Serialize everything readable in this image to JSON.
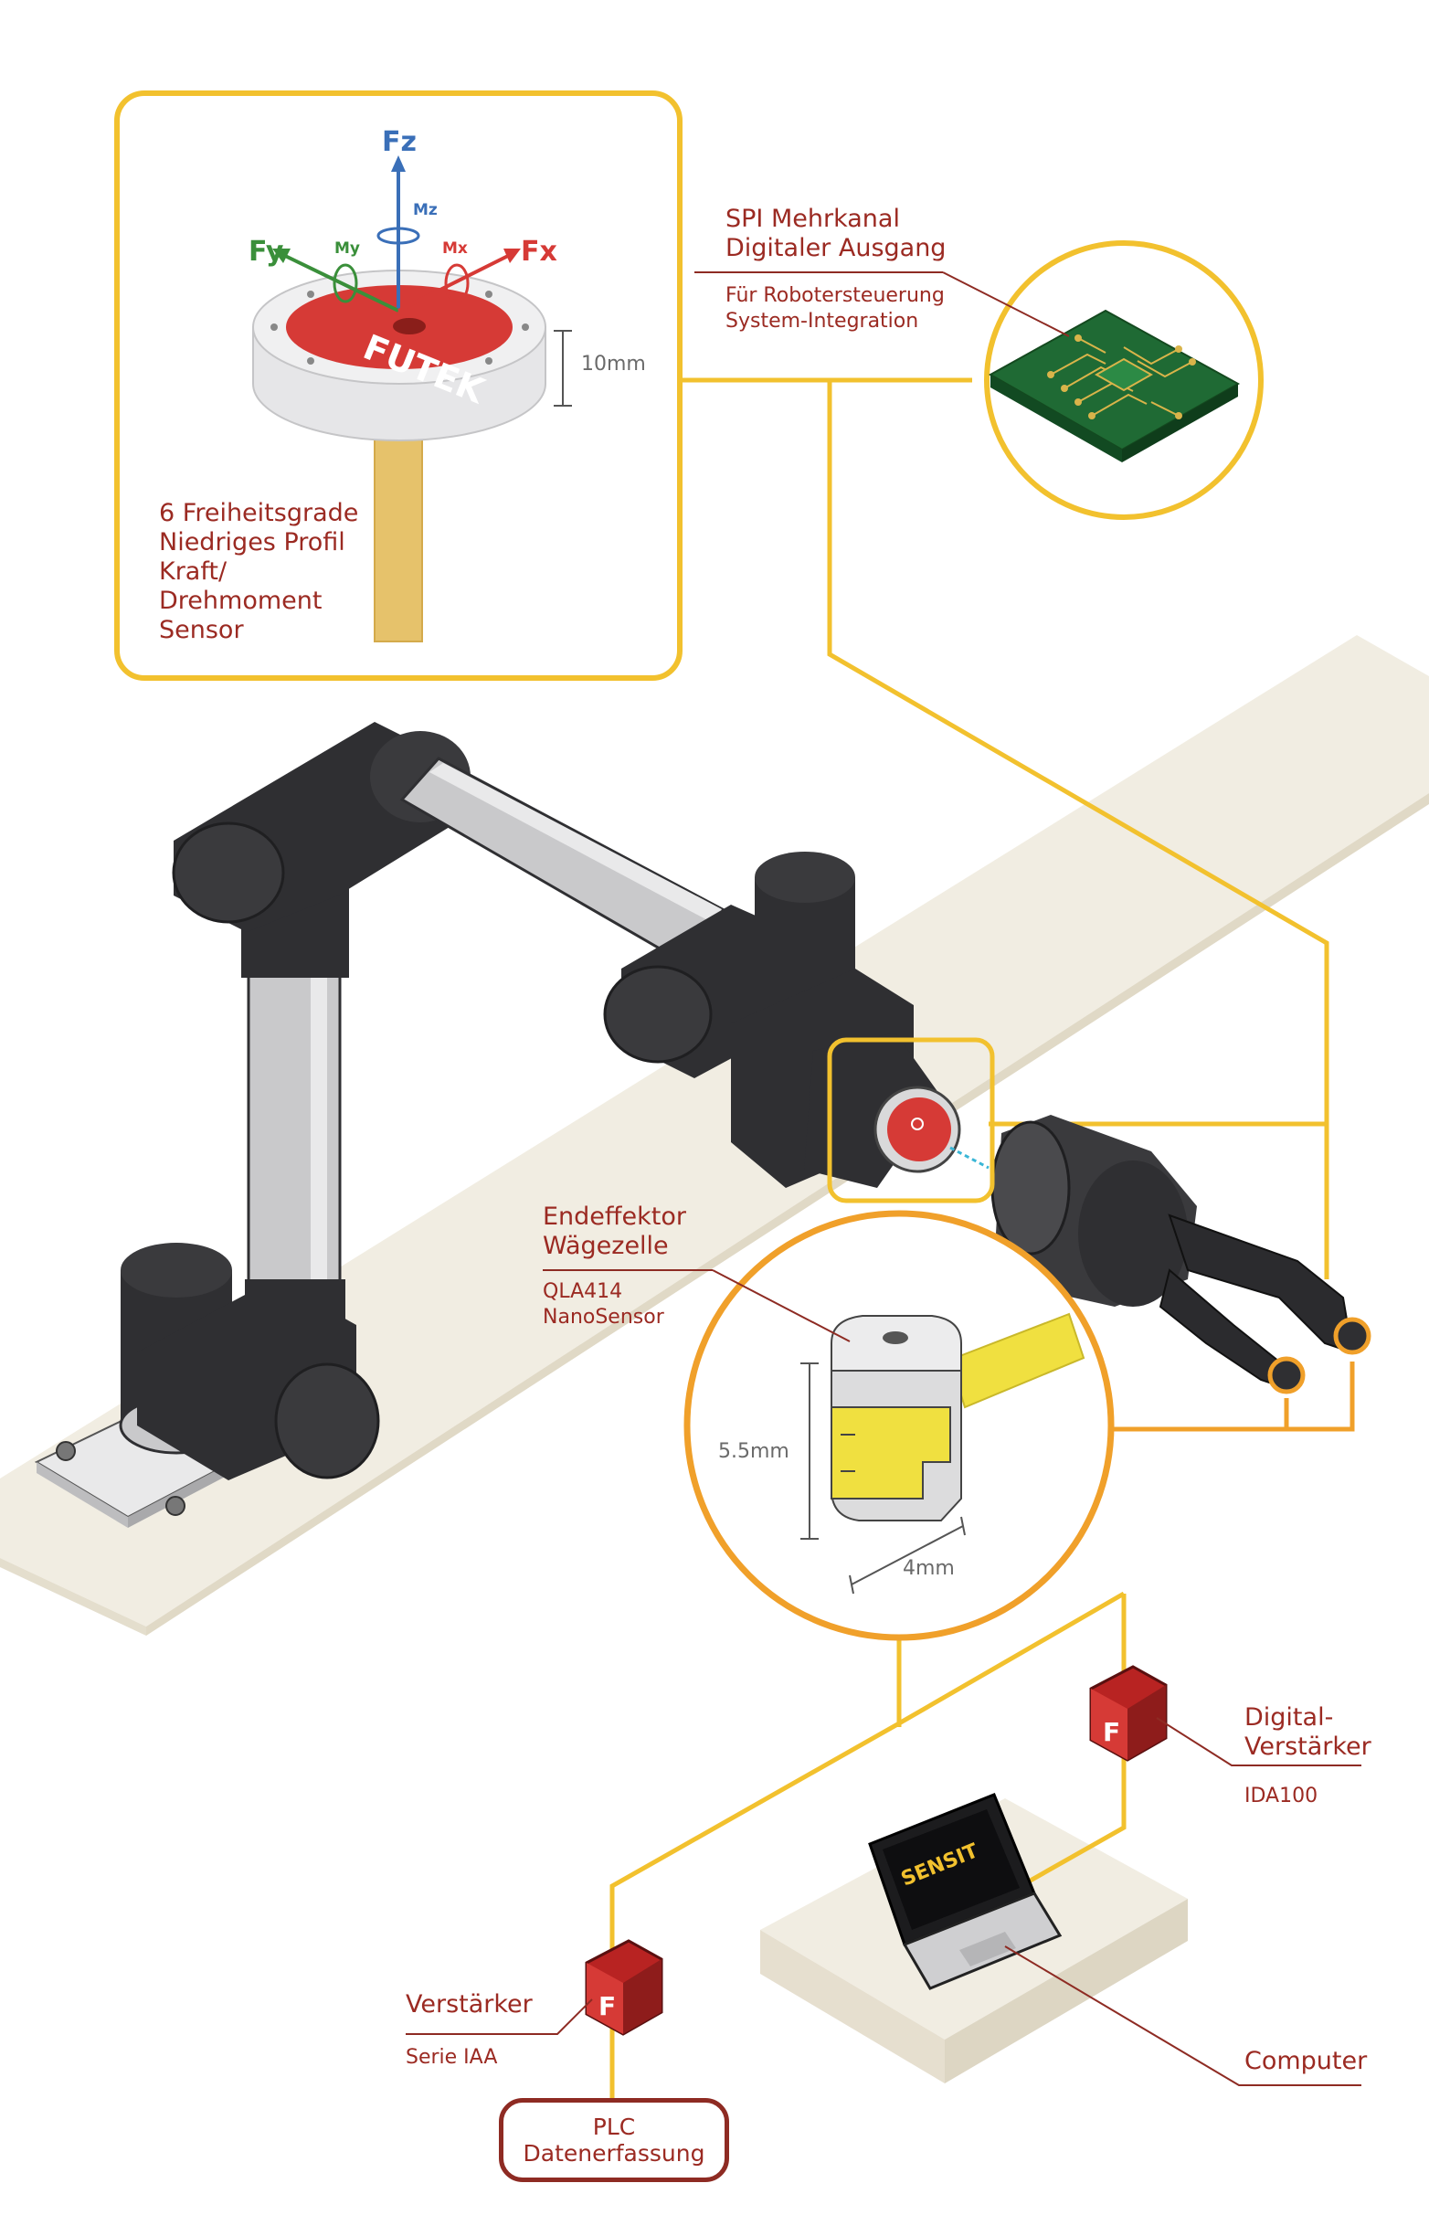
{
  "colors": {
    "connector": "#f2c12e",
    "connector_orange": "#f0a02a",
    "label_red": "#9b2a22",
    "leader_red": "#8e2b23",
    "sensor_red": "#d63a36",
    "robot_dark": "#2f2f32",
    "robot_silver": "#c9c9cb",
    "floor": "#f1ede2",
    "pcb_green": "#1f6a34",
    "axis_blue": "#3a6fb8",
    "axis_green": "#3a8f3a",
    "axis_red": "#d63a36"
  },
  "sensor_inset": {
    "axes": {
      "fz": "Fz",
      "mz": "Mz",
      "fy": "Fy",
      "my": "My",
      "mx": "Mx",
      "fx": "Fx"
    },
    "brand": "FUTEK",
    "height_dim": "10mm",
    "description": [
      "6 Freiheitsgrade",
      "Niedriges Profil",
      "Kraft/",
      "Drehmoment",
      "Sensor"
    ]
  },
  "spi": {
    "title": [
      "SPI Mehrkanal",
      "Digitaler Ausgang"
    ],
    "sub": [
      "Für Robotersteuerung",
      "System-Integration"
    ]
  },
  "end_effector": {
    "title": [
      "Endeffektor",
      "Wägezelle"
    ],
    "sub": [
      "QLA414",
      "NanoSensor"
    ],
    "height_dim": "5.5mm",
    "width_dim": "4mm"
  },
  "digital_amp": {
    "title": [
      "Digital-",
      "Verstärker"
    ],
    "sub": "IDA100"
  },
  "amp": {
    "title": "Verstärker",
    "sub": "Serie IAA"
  },
  "computer": {
    "title": "Computer",
    "screen_brand": "SENSIT"
  },
  "plc": {
    "lines": [
      "PLC",
      "Datenerfassung"
    ]
  },
  "icons": [
    "pcb-chip-icon",
    "amplifier-icon",
    "laptop-icon",
    "futek-logo-icon"
  ]
}
